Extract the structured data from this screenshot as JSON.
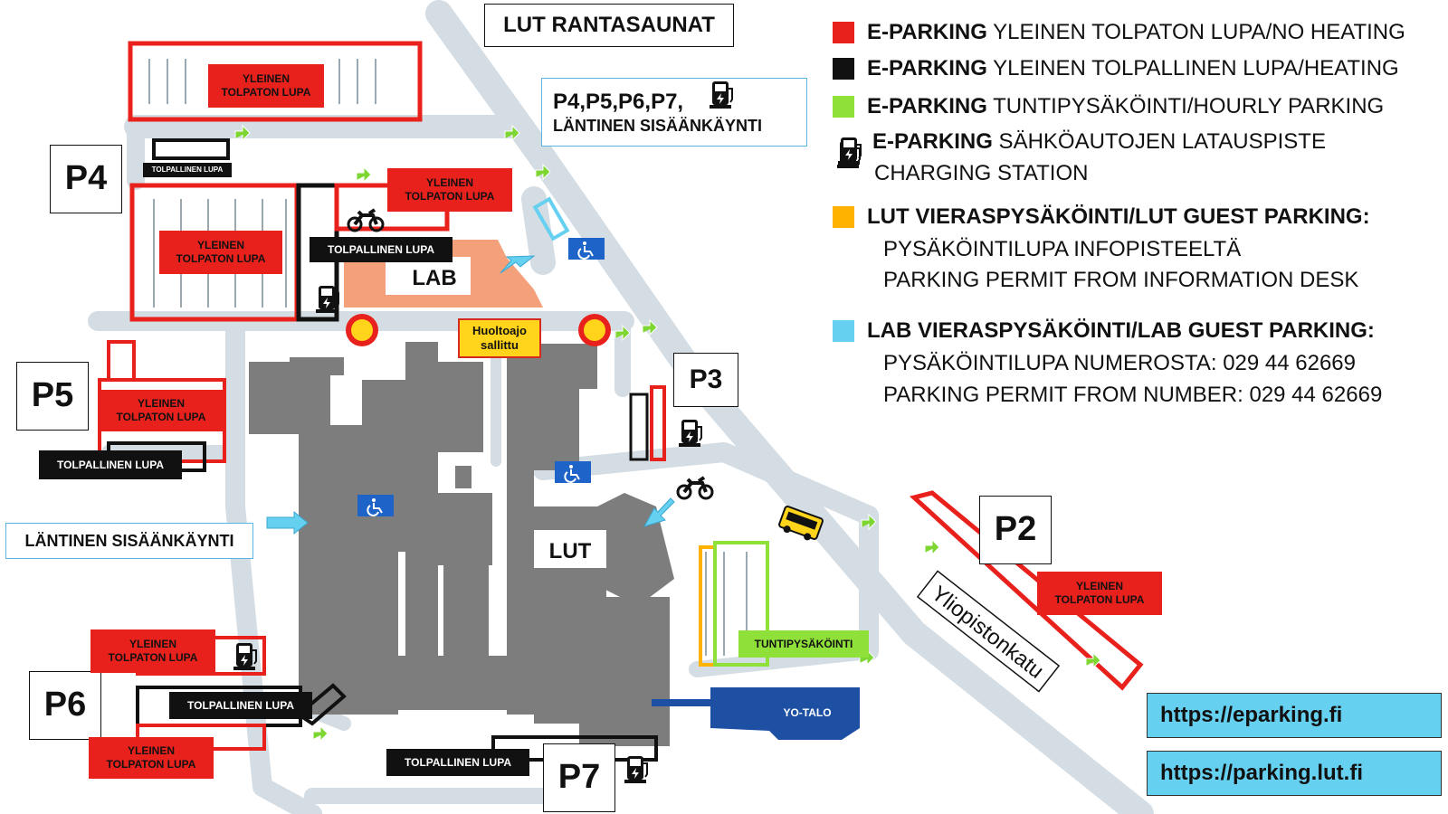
{
  "colors": {
    "red_permit": "#e8211d",
    "black_permit": "#111111",
    "hourly": "#8fe13a",
    "lut_guest": "#ffb300",
    "lab_guest": "#66d0f0",
    "building": "#7d7d7d",
    "lab": "#f4a07b",
    "road": "#d4dde3",
    "yo_talo": "#1d4fa3"
  },
  "top_box": {
    "label": "LUT RANTASAUNAT"
  },
  "west_entrance_box": {
    "line1": "P4,P5,P6,P7,",
    "line2": "LÄNTINEN SISÄÄNKÄYNTI"
  },
  "west_entrance_left": {
    "label": "LÄNTINEN SISÄÄNKÄYNTI"
  },
  "areas": {
    "p2": "P2",
    "p3": "P3",
    "p4": "P4",
    "p5": "P5",
    "p6": "P6",
    "p7": "P7"
  },
  "labels": {
    "p4_top_red": "YLEINEN\nTOLPATON LUPA",
    "p4_small_black": "TOLPALLINEN LUPA",
    "p4_red_main": "YLEINEN\nTOLPATON LUPA",
    "lab_red": "YLEINEN\nTOLPATON LUPA",
    "lab_black": "TOLPALLINEN LUPA",
    "service": "Huoltoajo\nsallittu",
    "p5_red": "YLEINEN\nTOLPATON LUPA",
    "p5_black": "TOLPALLINEN LUPA",
    "p6_red_top": "YLEINEN\nTOLPATON LUPA",
    "p6_black": "TOLPALLINEN LUPA",
    "p6_red_bottom": "YLEINEN\nTOLPATON LUPA",
    "p7_black": "TOLPALLINEN LUPA",
    "p2_red": "YLEINEN\nTOLPATON LUPA",
    "hourly": "TUNTIPYSÄKÖINTI",
    "yo_talo": "YO-TALO",
    "lab_building": "LAB",
    "lut_building": "LUT",
    "street": "Yliopistonkatu"
  },
  "legend": {
    "red": {
      "bold": "E-PARKING",
      "text": " YLEINEN TOLPATON LUPA/NO HEATING"
    },
    "black": {
      "bold": "E-PARKING",
      "text": " YLEINEN TOLPALLINEN LUPA/HEATING"
    },
    "green": {
      "bold": "E-PARKING",
      "text": " TUNTIPYSÄKÖINTI/HOURLY PARKING"
    },
    "charging": {
      "bold": "E-PARKING",
      "text": " SÄHKÖAUTOJEN LATAUSPISTE",
      "line2": "CHARGING STATION"
    },
    "lut_guest": {
      "bold": "LUT VIERASPYSÄKÖINTI/LUT GUEST PARKING:",
      "line2": "PYSÄKÖINTILUPA INFOPISTEELTÄ",
      "line3": "PARKING PERMIT FROM INFORMATION DESK"
    },
    "lab_guest": {
      "bold": "LAB VIERASPYSÄKÖINTI/LAB GUEST PARKING:",
      "line2": "PYSÄKÖINTILUPA NUMEROSTA: 029 44 62669",
      "line3": "PARKING PERMIT FROM NUMBER: 029 44 62669"
    }
  },
  "links": {
    "eparking": "https://eparking.fi",
    "lut": "https://parking.lut.fi"
  },
  "icons": [
    "charging-station-icon",
    "wheelchair-icon",
    "motorcycle-icon",
    "bus-icon",
    "no-entry-icon",
    "arrow-icon"
  ]
}
